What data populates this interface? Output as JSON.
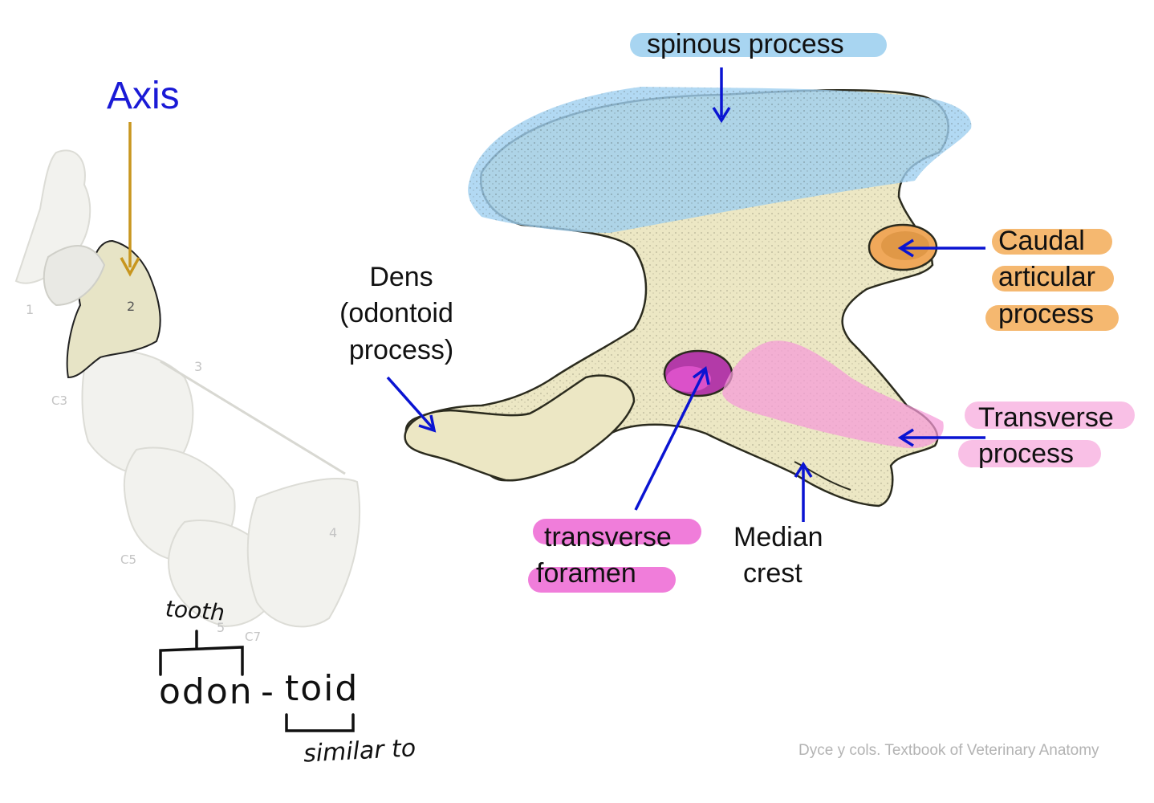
{
  "title": "Axis",
  "credit": "Dyce y cols. Textbook of Veterinary Anatomy",
  "labels": {
    "spinous": "spinous process",
    "caudal_1": "Caudal",
    "caudal_2": "articular",
    "caudal_3": "process",
    "dens_1": "Dens",
    "dens_2": "(odontoid",
    "dens_3": "process)",
    "transverse_proc_1": "Transverse",
    "transverse_proc_2": "process",
    "foramen_1": "transverse",
    "foramen_2": "foramen",
    "median_1": "Median",
    "median_2": "crest"
  },
  "neck_numbers": {
    "n1": "1",
    "n2": "2",
    "n3": "3",
    "c3": "C3",
    "n4": "4",
    "c5": "C5",
    "n5": "5",
    "c7": "C7"
  },
  "notes": {
    "tooth": "tooth",
    "odon": "odon",
    "dash": "-",
    "toid": "toid",
    "similar": "similar to"
  },
  "colors": {
    "title": "#1a1ad6",
    "arrow_blue": "#0a14d2",
    "arrow_gold": "#c8961e",
    "highlight_blue": "#9fd0f0",
    "highlight_orange": "#f5b870",
    "highlight_pink": "#f59ad8",
    "highlight_magenta": "#ee6fd6",
    "bone": "#ece7c4"
  }
}
